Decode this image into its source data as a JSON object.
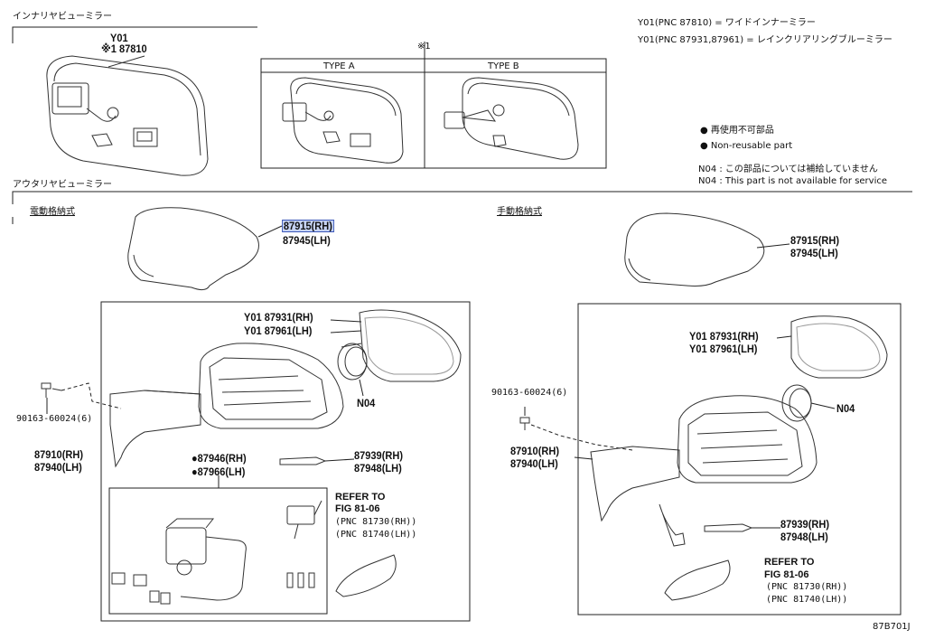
{
  "inner_section": {
    "title": "インナリヤビューミラー",
    "main_part": {
      "y01": "Y01",
      "ref": "※1 87810"
    },
    "variant_note": "※1",
    "type_a": "TYPE A",
    "type_b": "TYPE B"
  },
  "notes": {
    "line1": "Y01(PNC 87810) = ワイドインナーミラー",
    "line2": "Y01(PNC 87931,87961) = レインクリアリングブルーミラー"
  },
  "legend": {
    "jp": "再使用不可部品",
    "en": "Non-reusable part",
    "n04_jp": "N04 :  この部品については補給していません",
    "n04_en": "N04 :  This part is not available for service"
  },
  "outer_section": {
    "title": "アウタリヤビューミラー",
    "left": {
      "subtitle": "電動格納式",
      "cover_rh": "87915(RH)",
      "cover_lh": "87945(LH)",
      "glass_rh": "Y01 87931(RH)",
      "glass_lh": "Y01 87961(LH)",
      "n04": "N04",
      "screw": "90163-60024(6)",
      "body_rh": "87910(RH)",
      "body_lh": "87940(LH)",
      "motor_rh": "87946(RH)",
      "motor_lh": "87966(LH)",
      "cover2_rh": "87939(RH)",
      "cover2_lh": "87948(LH)",
      "refer1": "REFER TO",
      "refer2": "FIG 81-06",
      "pnc1": "(PNC 81730(RH))",
      "pnc2": "(PNC 81740(LH))"
    },
    "right": {
      "subtitle": "手動格納式",
      "cover_rh": "87915(RH)",
      "cover_lh": "87945(LH)",
      "glass_rh": "Y01 87931(RH)",
      "glass_lh": "Y01 87961(LH)",
      "n04": "N04",
      "screw": "90163-60024(6)",
      "body_rh": "87910(RH)",
      "body_lh": "87940(LH)",
      "cover2_rh": "87939(RH)",
      "cover2_lh": "87948(LH)",
      "refer1": "REFER TO",
      "refer2": "FIG 81-06",
      "pnc1": "(PNC 81730(RH))",
      "pnc2": "(PNC 81740(LH))"
    }
  },
  "footer_code": "87B701J"
}
